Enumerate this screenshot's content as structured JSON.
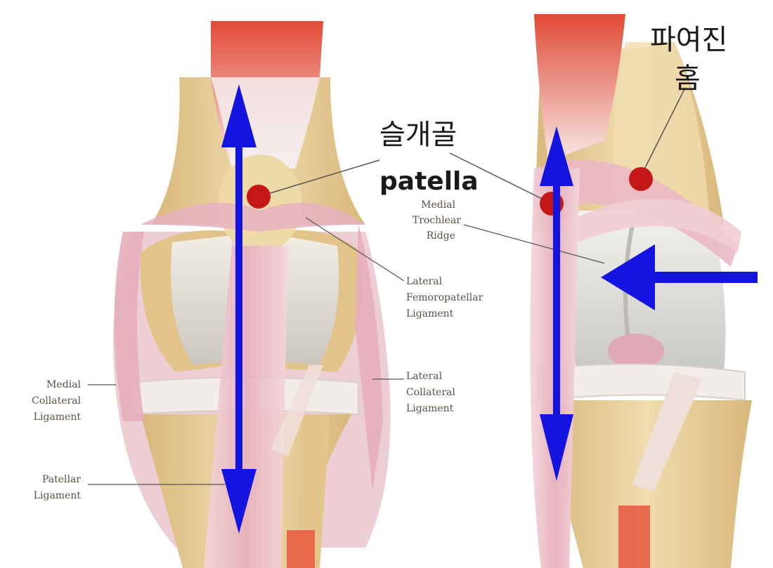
{
  "labels": {
    "patella_kr": "슬개골",
    "patella_en": "patella",
    "groove_line1": "파여진",
    "groove_line2": "홈",
    "medial_trochlear_ridge": [
      "Medial",
      "Trochlear",
      "Ridge"
    ],
    "lateral_femoropatellar_ligament": [
      "Lateral",
      "Femoropatellar",
      "Ligament"
    ],
    "medial_collateral_ligament": [
      "Medial",
      "Collateral",
      "Ligament"
    ],
    "lateral_collateral_ligament": [
      "Lateral",
      "Collateral",
      "Ligament"
    ],
    "patellar_ligament": [
      "Patellar",
      "Ligament"
    ]
  },
  "colors": {
    "bone": "#e8cf9a",
    "bone_light": "#f1e4c8",
    "cartilage": "#dcdcd8",
    "ligament": "#e9b8c4",
    "muscle": "#e7573f",
    "arrow": "#1414e0",
    "marker": "#c41818",
    "leader_line": "#555555"
  }
}
